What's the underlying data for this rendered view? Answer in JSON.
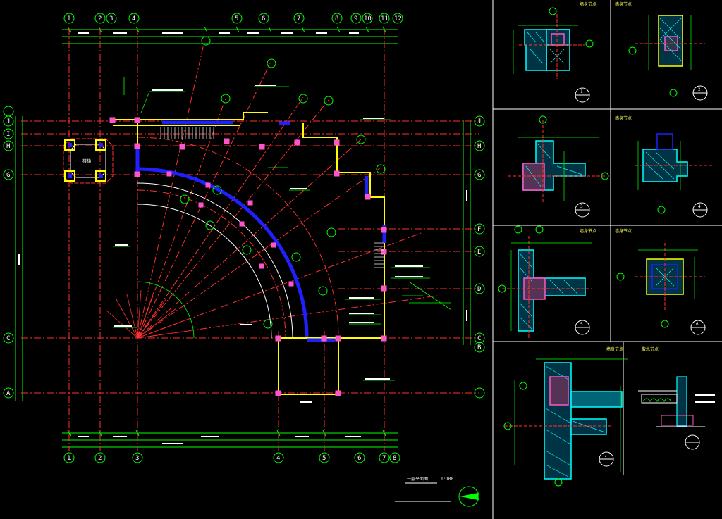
{
  "main_plan": {
    "room_label": "楼梯",
    "grid_top": [
      "1",
      "2",
      "3",
      "4",
      "5",
      "6",
      "7",
      "8",
      "9",
      "10",
      "11",
      "12"
    ],
    "grid_bottom": [
      "1",
      "2",
      "3",
      "4",
      "5",
      "6",
      "7",
      "8"
    ],
    "grid_left": [
      "J",
      "I",
      "H",
      "G",
      "C",
      "A"
    ],
    "grid_right": [
      "J",
      "H",
      "G",
      "F",
      "E",
      "D",
      "C",
      "B"
    ],
    "plan_title": "一层平面图",
    "plan_scale": "1:100"
  },
  "details": {
    "titles": [
      "墙身节点",
      "墙身节点",
      "墙身节点",
      "墙身节点",
      "墙身节点",
      "墙身节点",
      "墙身节点",
      "散水节点"
    ],
    "callouts": [
      "1",
      "2",
      "3",
      "4",
      "5",
      "6",
      "7"
    ]
  },
  "colors": {
    "background": "#000000",
    "grid_line": "#ff3030",
    "dimension": "#00ff00",
    "wall": "#ffff00",
    "column": "#ff55cc",
    "window": "#2020ff",
    "hatch": "#00ffff"
  }
}
